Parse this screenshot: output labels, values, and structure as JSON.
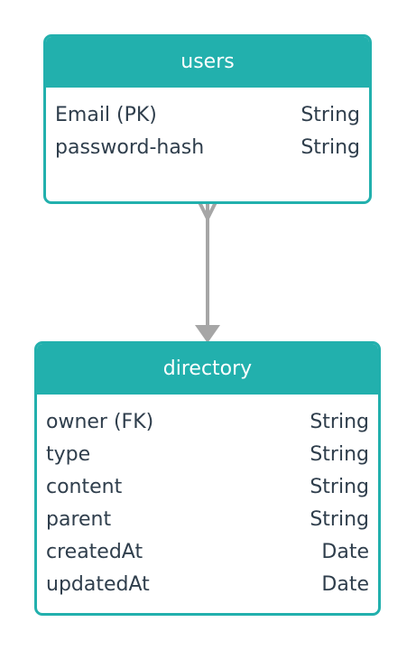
{
  "entities": {
    "users": {
      "title": "users",
      "attributes": [
        {
          "name": "Email (PK)",
          "type": "String"
        },
        {
          "name": "password-hash",
          "type": "String"
        }
      ]
    },
    "directory": {
      "title": "directory",
      "attributes": [
        {
          "name": "owner (FK)",
          "type": "String"
        },
        {
          "name": "type",
          "type": "String"
        },
        {
          "name": "content",
          "type": "String"
        },
        {
          "name": "parent",
          "type": "String"
        },
        {
          "name": "createdAt",
          "type": "Date"
        },
        {
          "name": "updatedAt",
          "type": "Date"
        }
      ]
    }
  },
  "colors": {
    "header": "#22b0ad",
    "border": "#22b0ad",
    "text": "#2f3e4c",
    "connector": "#a6a6a6"
  }
}
